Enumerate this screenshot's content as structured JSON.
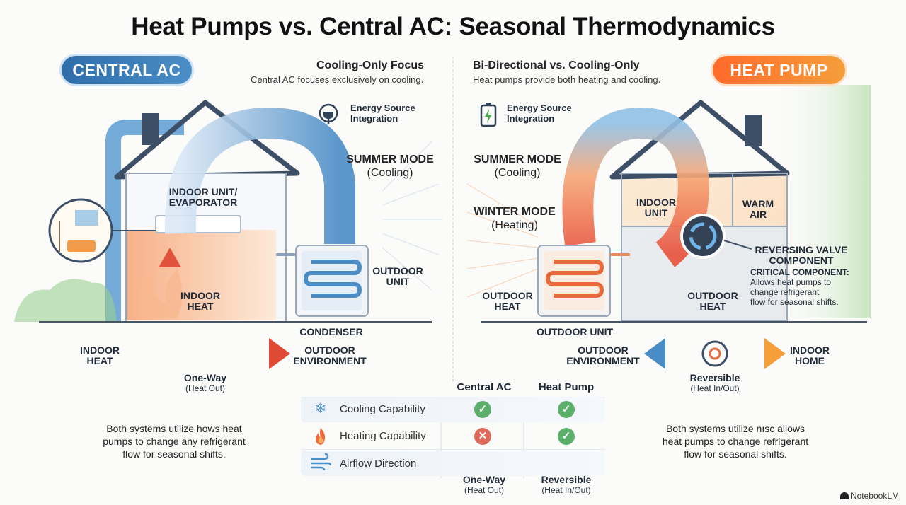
{
  "title": "Heat Pumps vs. Central AC: Seasonal Thermodynamics",
  "left": {
    "badge": "CENTRAL AC",
    "heading": "Cooling-Only Focus",
    "subheading": "Central AC focuses exclusively on cooling.",
    "energy_source": [
      "Energy Source",
      "Integration"
    ],
    "summer_mode": "SUMMER MODE",
    "summer_mode_sub": "(Cooling)",
    "indoor_unit": [
      "INDOOR UNIT/",
      "EVAPORATOR"
    ],
    "indoor_heat_box": [
      "INDOOR",
      "HEAT"
    ],
    "outdoor_unit": [
      "OUTDOOR",
      "UNIT"
    ],
    "condenser": "CONDENSER",
    "indoor_heat_arrow": [
      "INDOOR",
      "HEAT"
    ],
    "outdoor_env": [
      "OUTDOOR",
      "ENVIRONMENT"
    ],
    "flow_title": "One-Way",
    "flow_sub": "(Heat Out)",
    "summary": [
      "Both systems utilize hows heat",
      "pumps to change any refrigerant",
      "flow for seasonal shifts."
    ]
  },
  "right": {
    "badge": "HEAT PUMP",
    "heading": "Bi-Directional vs. Cooling-Only",
    "subheading": "Heat pumps provide both heating and cooling.",
    "energy_source": [
      "Energy Source",
      "Integration"
    ],
    "summer_mode": "SUMMER MODE",
    "summer_mode_sub": "(Cooling)",
    "winter_mode": "WINTER MODE",
    "winter_mode_sub": "(Heating)",
    "indoor_unit": [
      "INDOOR",
      "UNIT"
    ],
    "warm_air": [
      "WARM",
      "AIR"
    ],
    "reversing_valve": [
      "REVERSING VALVE",
      "COMPONENT"
    ],
    "critical_title": "CRITICAL COMPONENT:",
    "critical_text": [
      "Allows heat pumps to",
      "change refrigerant",
      "flow for seasonal shifts."
    ],
    "outdoor_heat_left": [
      "OUTDOOR",
      "HEAT"
    ],
    "outdoor_heat_right": [
      "OUTDOOR",
      "HEAT"
    ],
    "outdoor_unit": "OUTDOOR UNIT",
    "outdoor_env": [
      "OUTDOOR",
      "ENVIRONMENT"
    ],
    "indoor_home": [
      "INDOOR",
      "HOME"
    ],
    "flow_title": "Reversible",
    "flow_sub": "(Heat In/Out)",
    "summary": [
      "Both systems utilize nısc allows",
      "heat pumps to change refrigerant",
      "flow for seasonal shifts."
    ]
  },
  "table": {
    "col_ac": "Central AC",
    "col_hp": "Heat Pump",
    "rows": [
      {
        "label": "Cooling Capability",
        "icon": "snowflake-icon",
        "ac": "yes",
        "hp": "yes"
      },
      {
        "label": "Heating Capability",
        "icon": "flame-icon",
        "ac": "no",
        "hp": "yes"
      },
      {
        "label": "Airflow Direction",
        "icon": "wind-icon",
        "ac": "one-way",
        "hp": "reversible"
      }
    ],
    "ac_flow_title": "One-Way",
    "ac_flow_sub": "(Heat Out)",
    "hp_flow_title": "Reversible",
    "hp_flow_sub": "(Heat In/Out)"
  },
  "glyphs": {
    "check": "✓",
    "cross": "✕",
    "snowflake": "❄",
    "flame": "🔥",
    "wind": "≋"
  },
  "brand": "NotebookLM",
  "colors": {
    "cool": "#4a90c8",
    "hot": "#ef5a3c",
    "warm": "#f59e3a",
    "green": "#5caf6b",
    "red": "#e06a5a"
  }
}
